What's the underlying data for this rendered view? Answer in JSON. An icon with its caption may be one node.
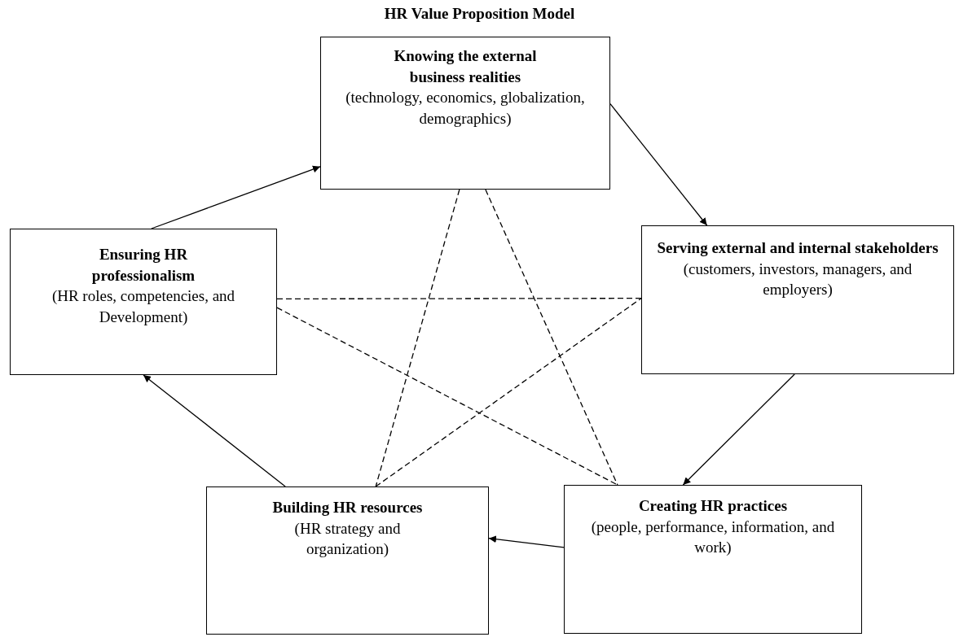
{
  "diagram": {
    "title": "HR Value Proposition Model",
    "nodes": [
      {
        "text": [
          "Knowing the external business realities",
          "(technology, economics, globalization, demographics)"
        ]
      },
      {
        "text": [
          "Serving external and internal stakeholders",
          "(customers, investors, managers, and employers)"
        ]
      },
      {
        "text": [
          "Creating HR practices",
          "(people, performance, information, and work)"
        ]
      },
      {
        "text": [
          "Building HR resources",
          "(HR strategy and organization)"
        ]
      },
      {
        "text": [
          "Ensuring HR professionalism",
          "(HR roles, competencies, and Development)"
        ]
      }
    ],
    "edges": [
      {
        "from": 4,
        "to": 0,
        "arrow": "to"
      },
      {
        "from": 0,
        "to": 1,
        "arrow": "to"
      },
      {
        "from": 1,
        "to": 2,
        "arrow": "to"
      },
      {
        "from": 2,
        "to": 3,
        "arrow": "to"
      },
      {
        "from": 3,
        "to": 4,
        "arrow": "to"
      },
      {
        "from": 0,
        "to": 3,
        "arrow": "none",
        "style": "dashed"
      },
      {
        "from": 0,
        "to": 2,
        "arrow": "none",
        "style": "dashed"
      },
      {
        "from": 4,
        "to": 1,
        "arrow": "none",
        "style": "dashed"
      },
      {
        "from": 4,
        "to": 2,
        "arrow": "none",
        "style": "dashed"
      },
      {
        "from": 3,
        "to": 1,
        "arrow": "none",
        "style": "dashed"
      }
    ]
  }
}
